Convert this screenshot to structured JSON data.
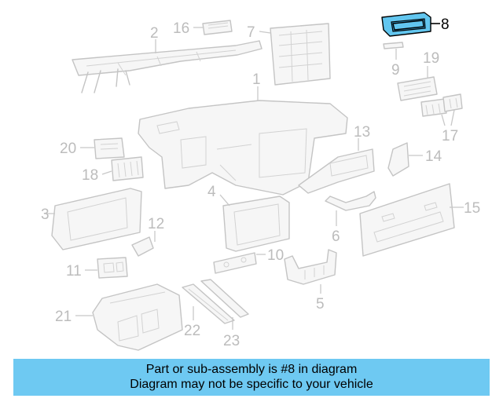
{
  "diagram": {
    "labels": {
      "p1": "1",
      "p2": "2",
      "p3": "3",
      "p4": "4",
      "p5": "5",
      "p6": "6",
      "p7": "7",
      "p8": "8",
      "p9": "9",
      "p10": "10",
      "p11": "11",
      "p12": "12",
      "p13": "13",
      "p14": "14",
      "p15": "15",
      "p16": "16",
      "p17": "17",
      "p18": "18",
      "p19": "19",
      "p20": "20",
      "p21": "21",
      "p22": "22",
      "p23": "23"
    },
    "highlighted_part": "8",
    "colors": {
      "highlight": "#62c6ef",
      "parts": "#c4c4c4",
      "labels": "#bcbcbc"
    }
  },
  "banner": {
    "line1": "Part or sub-assembly is #8 in diagram",
    "line2": "Diagram may not be specific to your vehicle",
    "color": "#6ec9f2"
  }
}
